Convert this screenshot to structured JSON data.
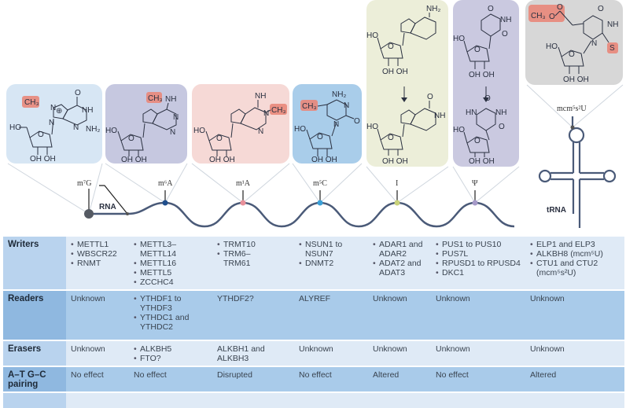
{
  "diagram": {
    "rna_label": "RNA",
    "trna_label": "tRNA",
    "modifications": [
      {
        "id": "m7G",
        "label": "m⁷G",
        "panel_color": "#d7e6f4",
        "marker_color": "#555a63",
        "methyl": "CH₃",
        "charge": "⊕"
      },
      {
        "id": "m6A",
        "label": "m⁶A",
        "panel_color": "#c6c8e0",
        "marker_color": "#1f4e8c",
        "methyl": "CH₃"
      },
      {
        "id": "m1A",
        "label": "m¹A",
        "panel_color": "#f6d9d6",
        "marker_color": "#e8909a",
        "methyl": "CH₃"
      },
      {
        "id": "m5C",
        "label": "m⁵C",
        "panel_color": "#a9cdea",
        "marker_color": "#3aa0d8",
        "methyl": "CH₃"
      },
      {
        "id": "I",
        "label": "I",
        "panel_color": "#eceed9",
        "marker_color": "#c9d27a"
      },
      {
        "id": "psi",
        "label": "Ψ",
        "panel_color": "#cac9e0",
        "marker_color": "#a69ac8"
      },
      {
        "id": "mcm5s2U",
        "label": "mcm⁵s²U",
        "panel_color": "#d7d7d7",
        "marker_color": "#555a63",
        "methyl": "CH₃"
      }
    ]
  },
  "table": {
    "rows": [
      {
        "header": "Writers",
        "style": "light",
        "cells": [
          {
            "items": [
              "METTL1",
              "WBSCR22",
              "RNMT"
            ]
          },
          {
            "items": [
              "METTL3–METTL14",
              "METTL16",
              "METTL5",
              "ZCCHC4"
            ]
          },
          {
            "items": [
              "TRMT10",
              "TRM6– TRM61"
            ]
          },
          {
            "items": [
              "NSUN1 to NSUN7",
              "DNMT2"
            ]
          },
          {
            "items": [
              "ADAR1 and ADAR2",
              "ADAT2 and ADAT3"
            ]
          },
          {
            "items": [
              "PUS1 to PUS10",
              "PUS7L",
              "RPUSD1 to RPUSD4",
              "DKC1"
            ]
          },
          {
            "items": [
              "ELP1 and ELP3",
              "ALKBH8 (mcm⁵U)",
              "CTU1 and CTU2 (mcm⁵s²U)"
            ]
          }
        ]
      },
      {
        "header": "Readers",
        "style": "mid",
        "cells": [
          {
            "text": "Unknown"
          },
          {
            "items": [
              "YTHDF1 to YTHDF3",
              "YTHDC1 and YTHDC2"
            ]
          },
          {
            "text": "YTHDF2?"
          },
          {
            "text": "ALYREF"
          },
          {
            "text": "Unknown"
          },
          {
            "text": "Unknown"
          },
          {
            "text": "Unknown"
          }
        ]
      },
      {
        "header": "Erasers",
        "style": "light",
        "cells": [
          {
            "text": "Unknown"
          },
          {
            "items": [
              "ALKBH5",
              "FTO?"
            ]
          },
          {
            "text": "ALKBH1 and ALKBH3"
          },
          {
            "text": "Unknown"
          },
          {
            "text": "Unknown"
          },
          {
            "text": "Unknown"
          },
          {
            "text": "Unknown"
          }
        ]
      },
      {
        "header": "A–T G–C pairing",
        "style": "mid",
        "cells": [
          {
            "text": "No effect"
          },
          {
            "text": "No effect"
          },
          {
            "text": "Disrupted"
          },
          {
            "text": "No effect"
          },
          {
            "text": "Altered"
          },
          {
            "text": "No effect"
          },
          {
            "text": "Altered"
          }
        ]
      }
    ]
  }
}
